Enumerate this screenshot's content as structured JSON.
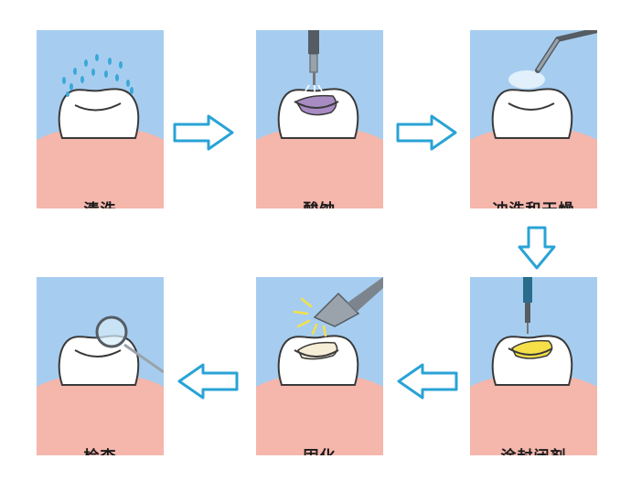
{
  "steps": [
    {
      "label": "清洗"
    },
    {
      "label": "酸蚀"
    },
    {
      "label": "冲洗和干燥"
    },
    {
      "label": "涂封闭剂"
    },
    {
      "label": "固化"
    },
    {
      "label": "检查"
    }
  ],
  "colors": {
    "sky": "#a6cdef",
    "gum": "#f5b6ab",
    "tooth": "#ffffff",
    "outline": "#3a3a3a",
    "arrow": "#29a3d6",
    "water": "#3aa8d8",
    "etch": "#a98bc4",
    "sealant": "#f5e04a",
    "cured": "#f7eed8",
    "instrument": "#9aa3ab"
  }
}
